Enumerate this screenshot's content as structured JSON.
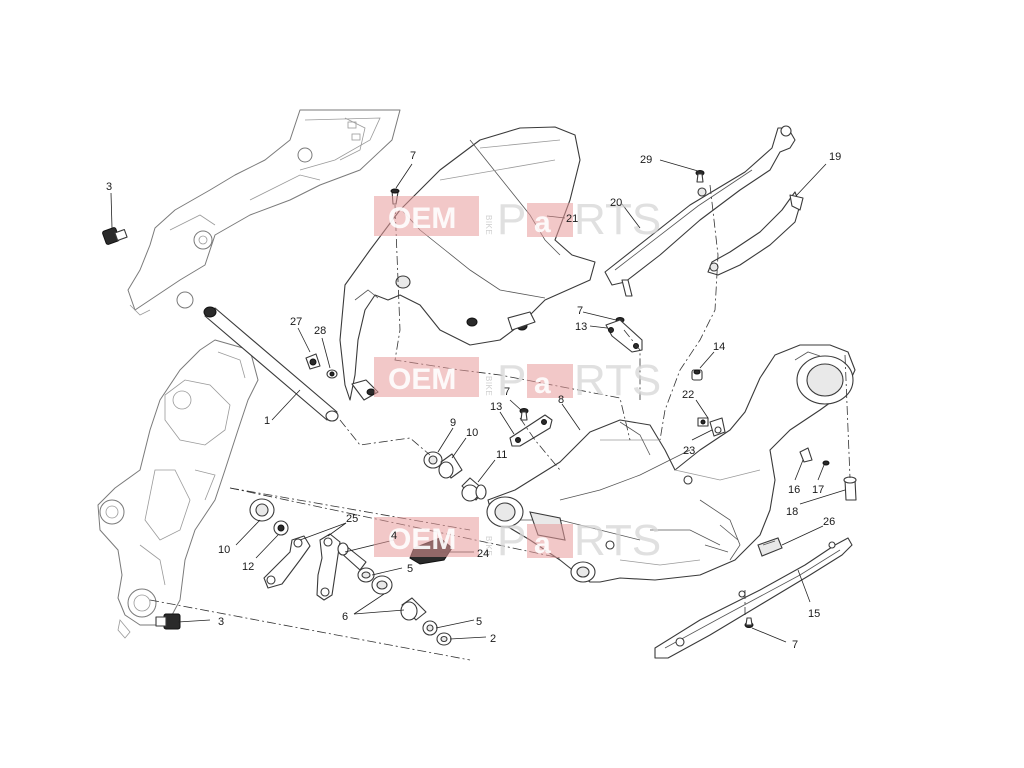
{
  "diagram": {
    "callouts": {
      "c1": "1",
      "c2": "2",
      "c3a": "3",
      "c3b": "3",
      "c4": "4",
      "c5a": "5",
      "c5b": "5",
      "c6": "6",
      "c7a": "7",
      "c7b": "7",
      "c7c": "7",
      "c7d": "7",
      "c8": "8",
      "c9": "9",
      "c10a": "10",
      "c10b": "10",
      "c11": "11",
      "c12": "12",
      "c13a": "13",
      "c13b": "13",
      "c14": "14",
      "c15": "15",
      "c16": "16",
      "c17": "17",
      "c18": "18",
      "c19": "19",
      "c20": "20",
      "c21": "21",
      "c22": "22",
      "c23": "23",
      "c24": "24",
      "c25": "25",
      "c26": "26",
      "c27": "27",
      "c28": "28",
      "c29": "29"
    },
    "watermark": {
      "oem": "OEM",
      "bike": "BIKE",
      "parts_a": "P",
      "parts_b": "a",
      "parts_c": "RTS"
    }
  }
}
